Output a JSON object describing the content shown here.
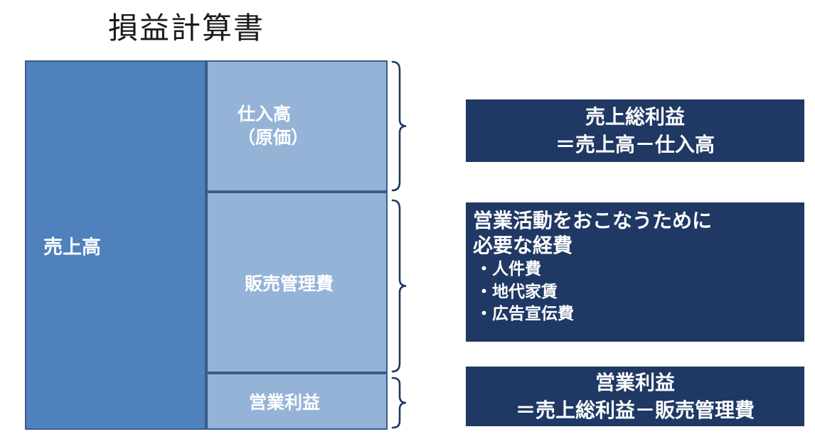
{
  "title": "損益計算書",
  "chart": {
    "sales_label": "売上高",
    "cost_line1": "仕入高",
    "cost_line2": "（原価）",
    "sga_label": "販売管理費",
    "operating_profit_label": "営業利益"
  },
  "notes": {
    "gross_profit": {
      "title": "売上総利益",
      "formula": "＝売上高－仕入高"
    },
    "expenses": {
      "heading_line1": "営業活動をおこなうために",
      "heading_line2": "必要な経費",
      "items": [
        "・人件費",
        "・地代家賃",
        "・広告宣伝費"
      ]
    },
    "operating_profit": {
      "title": "営業利益",
      "formula": "＝売上総利益－販売管理費"
    }
  },
  "colors": {
    "sales_fill": "#4F81BD",
    "detail_fill": "#95B3D7",
    "cell_border": "#385D8A",
    "note_box_fill": "#1F3864",
    "brace_stroke": "#1F3864",
    "title_color": "#1A1A1A",
    "text_on_blue": "#FFFFFF"
  }
}
